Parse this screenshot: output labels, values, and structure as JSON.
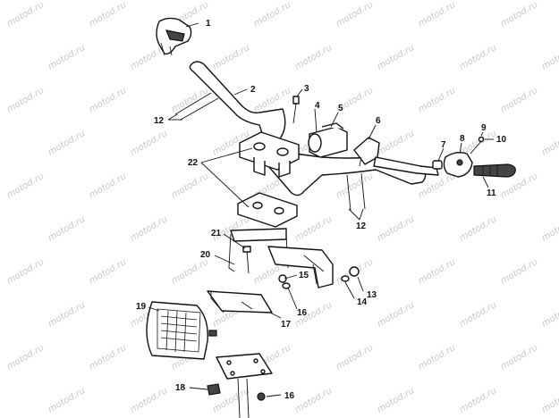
{
  "watermark": "motod.ru",
  "callouts": [
    {
      "id": "c1",
      "label": "1"
    },
    {
      "id": "c2",
      "label": "2"
    },
    {
      "id": "c3",
      "label": "3"
    },
    {
      "id": "c4",
      "label": "4"
    },
    {
      "id": "c5",
      "label": "5"
    },
    {
      "id": "c6",
      "label": "6"
    },
    {
      "id": "c7",
      "label": "7"
    },
    {
      "id": "c8",
      "label": "8"
    },
    {
      "id": "c9",
      "label": "9"
    },
    {
      "id": "c10",
      "label": "10"
    },
    {
      "id": "c11",
      "label": "11"
    },
    {
      "id": "c12a",
      "label": "12"
    },
    {
      "id": "c12b",
      "label": "12"
    },
    {
      "id": "c13",
      "label": "13"
    },
    {
      "id": "c14",
      "label": "14"
    },
    {
      "id": "c15",
      "label": "15"
    },
    {
      "id": "c16a",
      "label": "16"
    },
    {
      "id": "c16b",
      "label": "16"
    },
    {
      "id": "c17",
      "label": "17"
    },
    {
      "id": "c18",
      "label": "18"
    },
    {
      "id": "c19",
      "label": "19"
    },
    {
      "id": "c20",
      "label": "20"
    },
    {
      "id": "c21",
      "label": "21"
    },
    {
      "id": "c22",
      "label": "22"
    }
  ]
}
